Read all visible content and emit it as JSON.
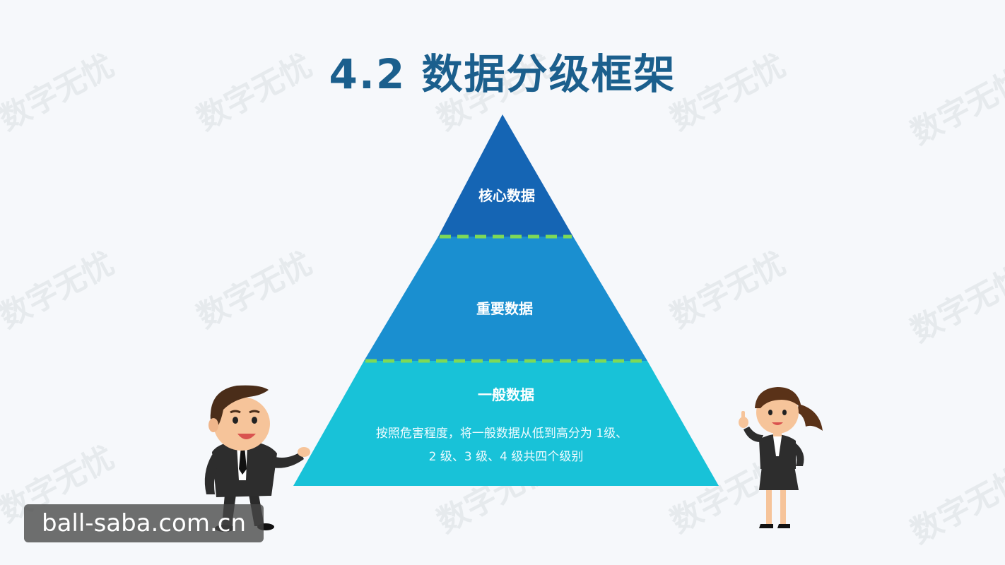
{
  "title": "4.2 数据分级框架",
  "pyramid": {
    "levels": [
      {
        "label": "核心数据",
        "color": "#1565b4"
      },
      {
        "label": "重要数据",
        "color": "#1a8fd0"
      },
      {
        "label": "一般数据",
        "color": "#18c2d8"
      }
    ],
    "description_line1": "按照危害程度，将一般数据从低到高分为 1级、",
    "description_line2": "2 级、3 级、4 级共四个级别",
    "divider_color": "#7ed957"
  },
  "watermark_text": "数字无忧",
  "footer_badge": "ball-saba.com.cn",
  "colors": {
    "title": "#1b5f8d",
    "background": "#f6f8fb"
  },
  "characters": [
    {
      "name": "businessman"
    },
    {
      "name": "businesswoman"
    }
  ]
}
